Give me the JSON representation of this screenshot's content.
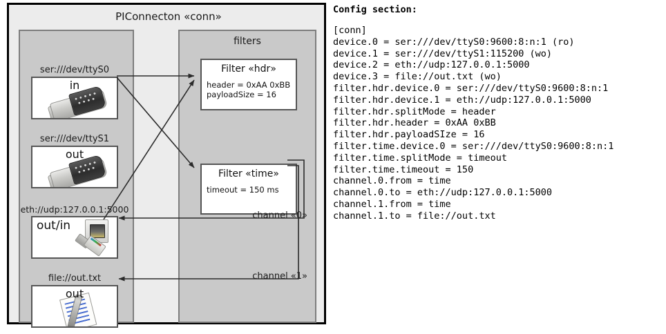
{
  "diagram": {
    "title": "PIConnecton «conn»",
    "devices_panel": {
      "name": "devices",
      "items": [
        {
          "label": "ser:///dev/ttyS0",
          "direction": "in",
          "icon": "serial-port-icon"
        },
        {
          "label": "ser:///dev/ttyS1",
          "direction": "out",
          "icon": "serial-port-icon"
        },
        {
          "label": "eth://udp:127.0.0.1:5000",
          "direction": "out/in",
          "icon": "ethernet-icon"
        },
        {
          "label": "file://out.txt",
          "direction": "out",
          "icon": "file-document-icon"
        }
      ]
    },
    "filters_panel": {
      "title": "filters",
      "filters": [
        {
          "title": "Filter «hdr»",
          "props": [
            "header = 0xAA 0xBB",
            "payloadSize = 16"
          ]
        },
        {
          "title": "Filter «time»",
          "props": [
            "timeout = 150 ms"
          ]
        }
      ]
    },
    "channels": [
      {
        "label": "channel «0»"
      },
      {
        "label": "channel «1»"
      }
    ]
  },
  "config": {
    "heading": "Config section:",
    "lines": [
      "[conn]",
      "device.0 = ser:///dev/ttyS0:9600:8:n:1 (ro)",
      "device.1 = ser:///dev/ttyS1:115200 (wo)",
      "device.2 = eth://udp:127.0.0.1:5000",
      "device.3 = file://out.txt (wo)",
      "filter.hdr.device.0 = ser:///dev/ttyS0:9600:8:n:1",
      "filter.hdr.device.1 = eth://udp:127.0.0.1:5000",
      "filter.hdr.splitMode = header",
      "filter.hdr.header = 0xAA 0xBB",
      "filter.hdr.payloadSIze = 16",
      "filter.time.device.0 = ser:///dev/ttyS0:9600:8:n:1",
      "filter.time.splitMode = timeout",
      "filter.time.timeout = 150",
      "channel.0.from = time",
      "channel.0.to = eth://udp:127.0.0.1:5000",
      "channel.1.from = time",
      "channel.1.to = file://out.txt"
    ]
  },
  "colors": {
    "page_background": "#ffffff",
    "frame_background": "#ececec",
    "panel_background": "#c9c9c9",
    "box_background": "#ffffff",
    "frame_border": "#000000",
    "panel_border": "#7d7d7d",
    "box_border": "#555555",
    "connector": "#2b2b2b"
  }
}
